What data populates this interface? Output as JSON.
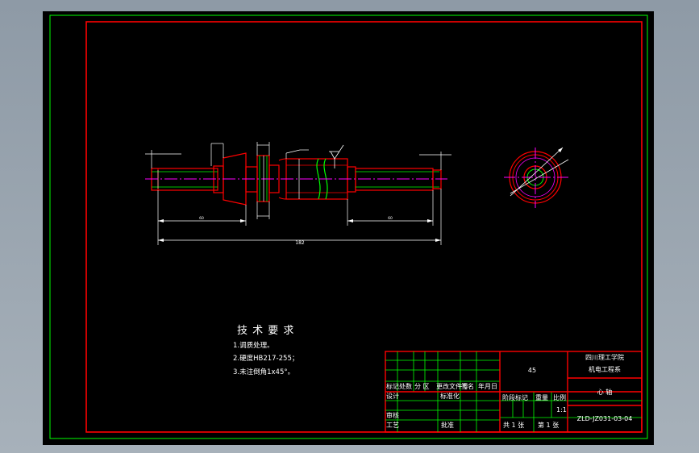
{
  "tech_requirements": {
    "title": "技 术 要 求",
    "items": [
      "1.调质处理。",
      "2.硬度HB217-255；",
      "3.未注倒角1x45°。"
    ]
  },
  "dimensions": {
    "overall_length": "182",
    "left_segment": "60",
    "right_segment": "60"
  },
  "title_block": {
    "material": "45",
    "school_line1": "四川理工学院",
    "school_line2": "机电工程系",
    "part_name": "心  轴",
    "drawing_number": "ZLD-JZ031-03-04",
    "scale_value": "1:1",
    "headers": {
      "mark": "标记",
      "count": "处数",
      "zone": "分 区",
      "change_doc": "更改文件号",
      "signature": "签名",
      "date": "年月日",
      "designer": "设计",
      "standardize": "标准化",
      "stage_mark": "阶段标记",
      "weight": "重量",
      "scale": "比例",
      "checker": "审核",
      "process": "工艺",
      "approve": "批准",
      "sheets_total": "共 1 张",
      "sheet_no": "第 1 张"
    }
  }
}
